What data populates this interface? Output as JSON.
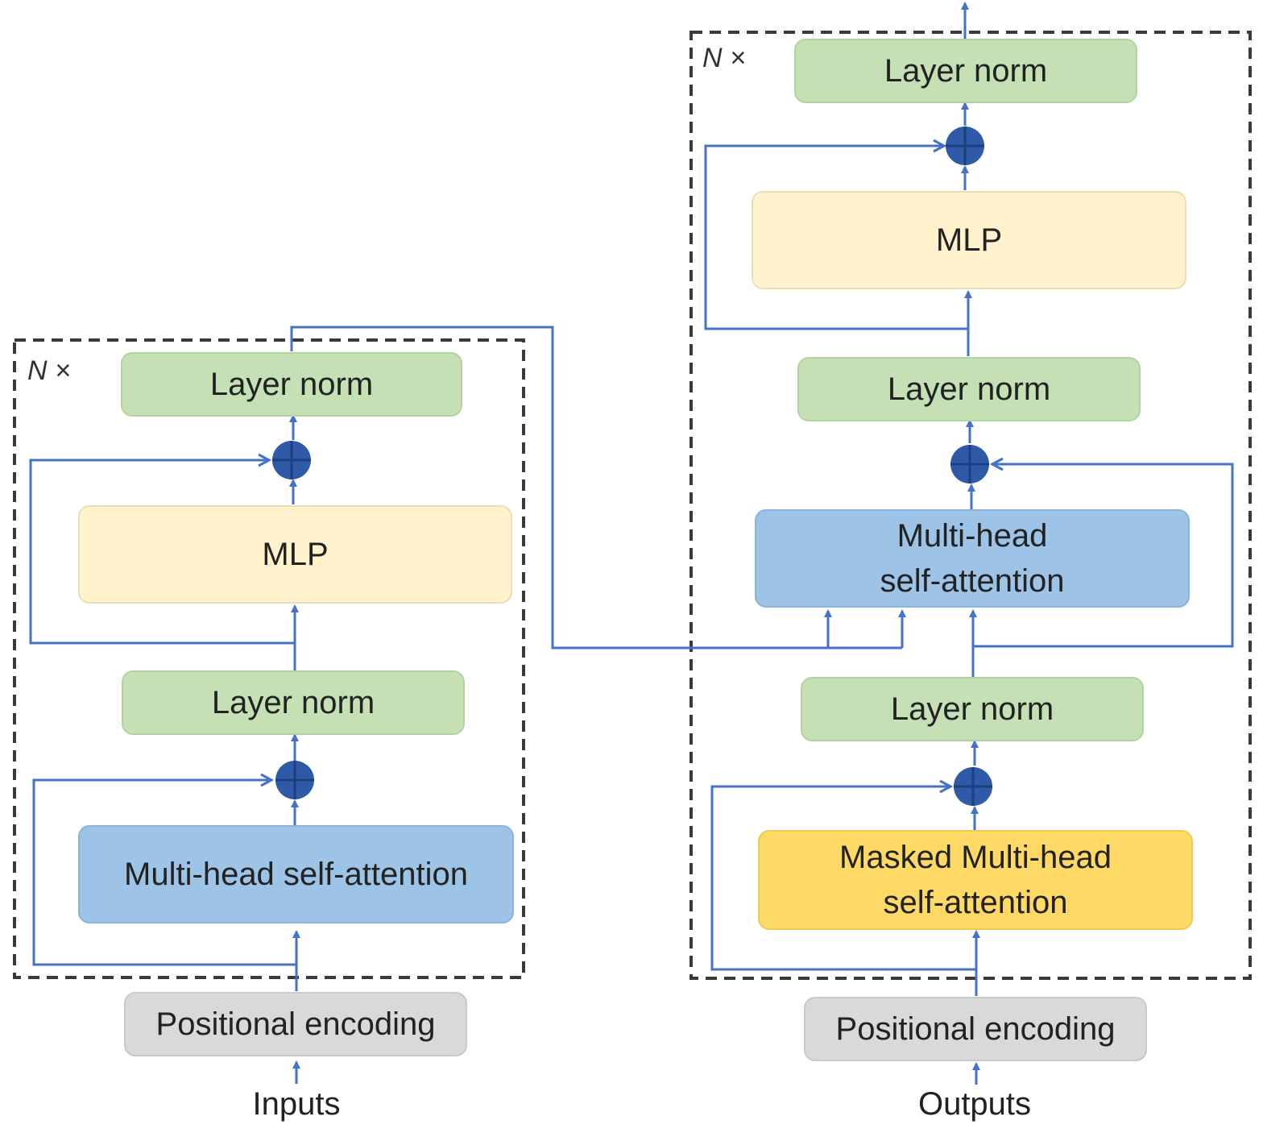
{
  "encoder": {
    "repeat_label": "N ×",
    "layer_norm_top": "Layer norm",
    "mlp": "MLP",
    "layer_norm_bottom": "Layer norm",
    "attention": "Multi-head self-attention",
    "positional_encoding": "Positional encoding",
    "input_label": "Inputs"
  },
  "decoder": {
    "repeat_label": "N ×",
    "layer_norm_top": "Layer norm",
    "mlp": "MLP",
    "layer_norm_middle": "Layer norm",
    "attention_line1": "Multi-head",
    "attention_line2": "self-attention",
    "layer_norm_bottom": "Layer norm",
    "masked_attention_line1": "Masked Multi-head",
    "masked_attention_line2": "self-attention",
    "positional_encoding": "Positional encoding",
    "output_label": "Outputs"
  },
  "colors": {
    "layer_norm": "#c5e0b4",
    "mlp": "#fff2cc",
    "attention": "#9dc3e6",
    "masked_attention": "#ffd966",
    "positional_encoding": "#d9d9d9",
    "connector": "#4472c4",
    "add_node": "#2f5aa8",
    "dashed_frame": "#3a3a3a"
  }
}
